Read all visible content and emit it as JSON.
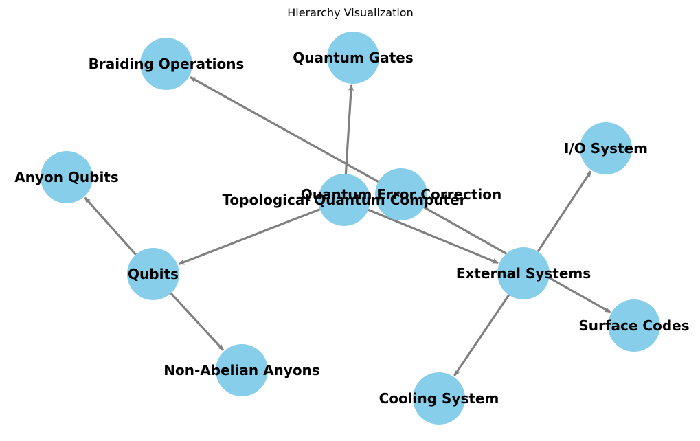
{
  "title": "Hierarchy Visualization",
  "colors": {
    "node": "#87ceeb",
    "edge": "#808080",
    "label": "#000000"
  },
  "nodes": [
    {
      "id": "topological",
      "label": "Topological Quantum Computer"
    },
    {
      "id": "qec",
      "label": "Quantum Error Correction"
    },
    {
      "id": "braiding",
      "label": "Braiding Operations"
    },
    {
      "id": "gates",
      "label": "Quantum Gates"
    },
    {
      "id": "anyon_qubits",
      "label": "Anyon Qubits"
    },
    {
      "id": "qubits",
      "label": "Qubits"
    },
    {
      "id": "non_abelian",
      "label": "Non-Abelian Anyons"
    },
    {
      "id": "external",
      "label": "External Systems"
    },
    {
      "id": "io",
      "label": "I/O System"
    },
    {
      "id": "surface",
      "label": "Surface Codes"
    },
    {
      "id": "cooling",
      "label": "Cooling System"
    }
  ],
  "edges": [
    {
      "from": "topological",
      "to": "gates"
    },
    {
      "from": "topological",
      "to": "qubits"
    },
    {
      "from": "topological",
      "to": "external"
    },
    {
      "from": "qec",
      "to": "braiding"
    },
    {
      "from": "qec",
      "to": "surface"
    },
    {
      "from": "qubits",
      "to": "anyon_qubits"
    },
    {
      "from": "qubits",
      "to": "non_abelian"
    },
    {
      "from": "external",
      "to": "io"
    },
    {
      "from": "external",
      "to": "cooling"
    }
  ]
}
